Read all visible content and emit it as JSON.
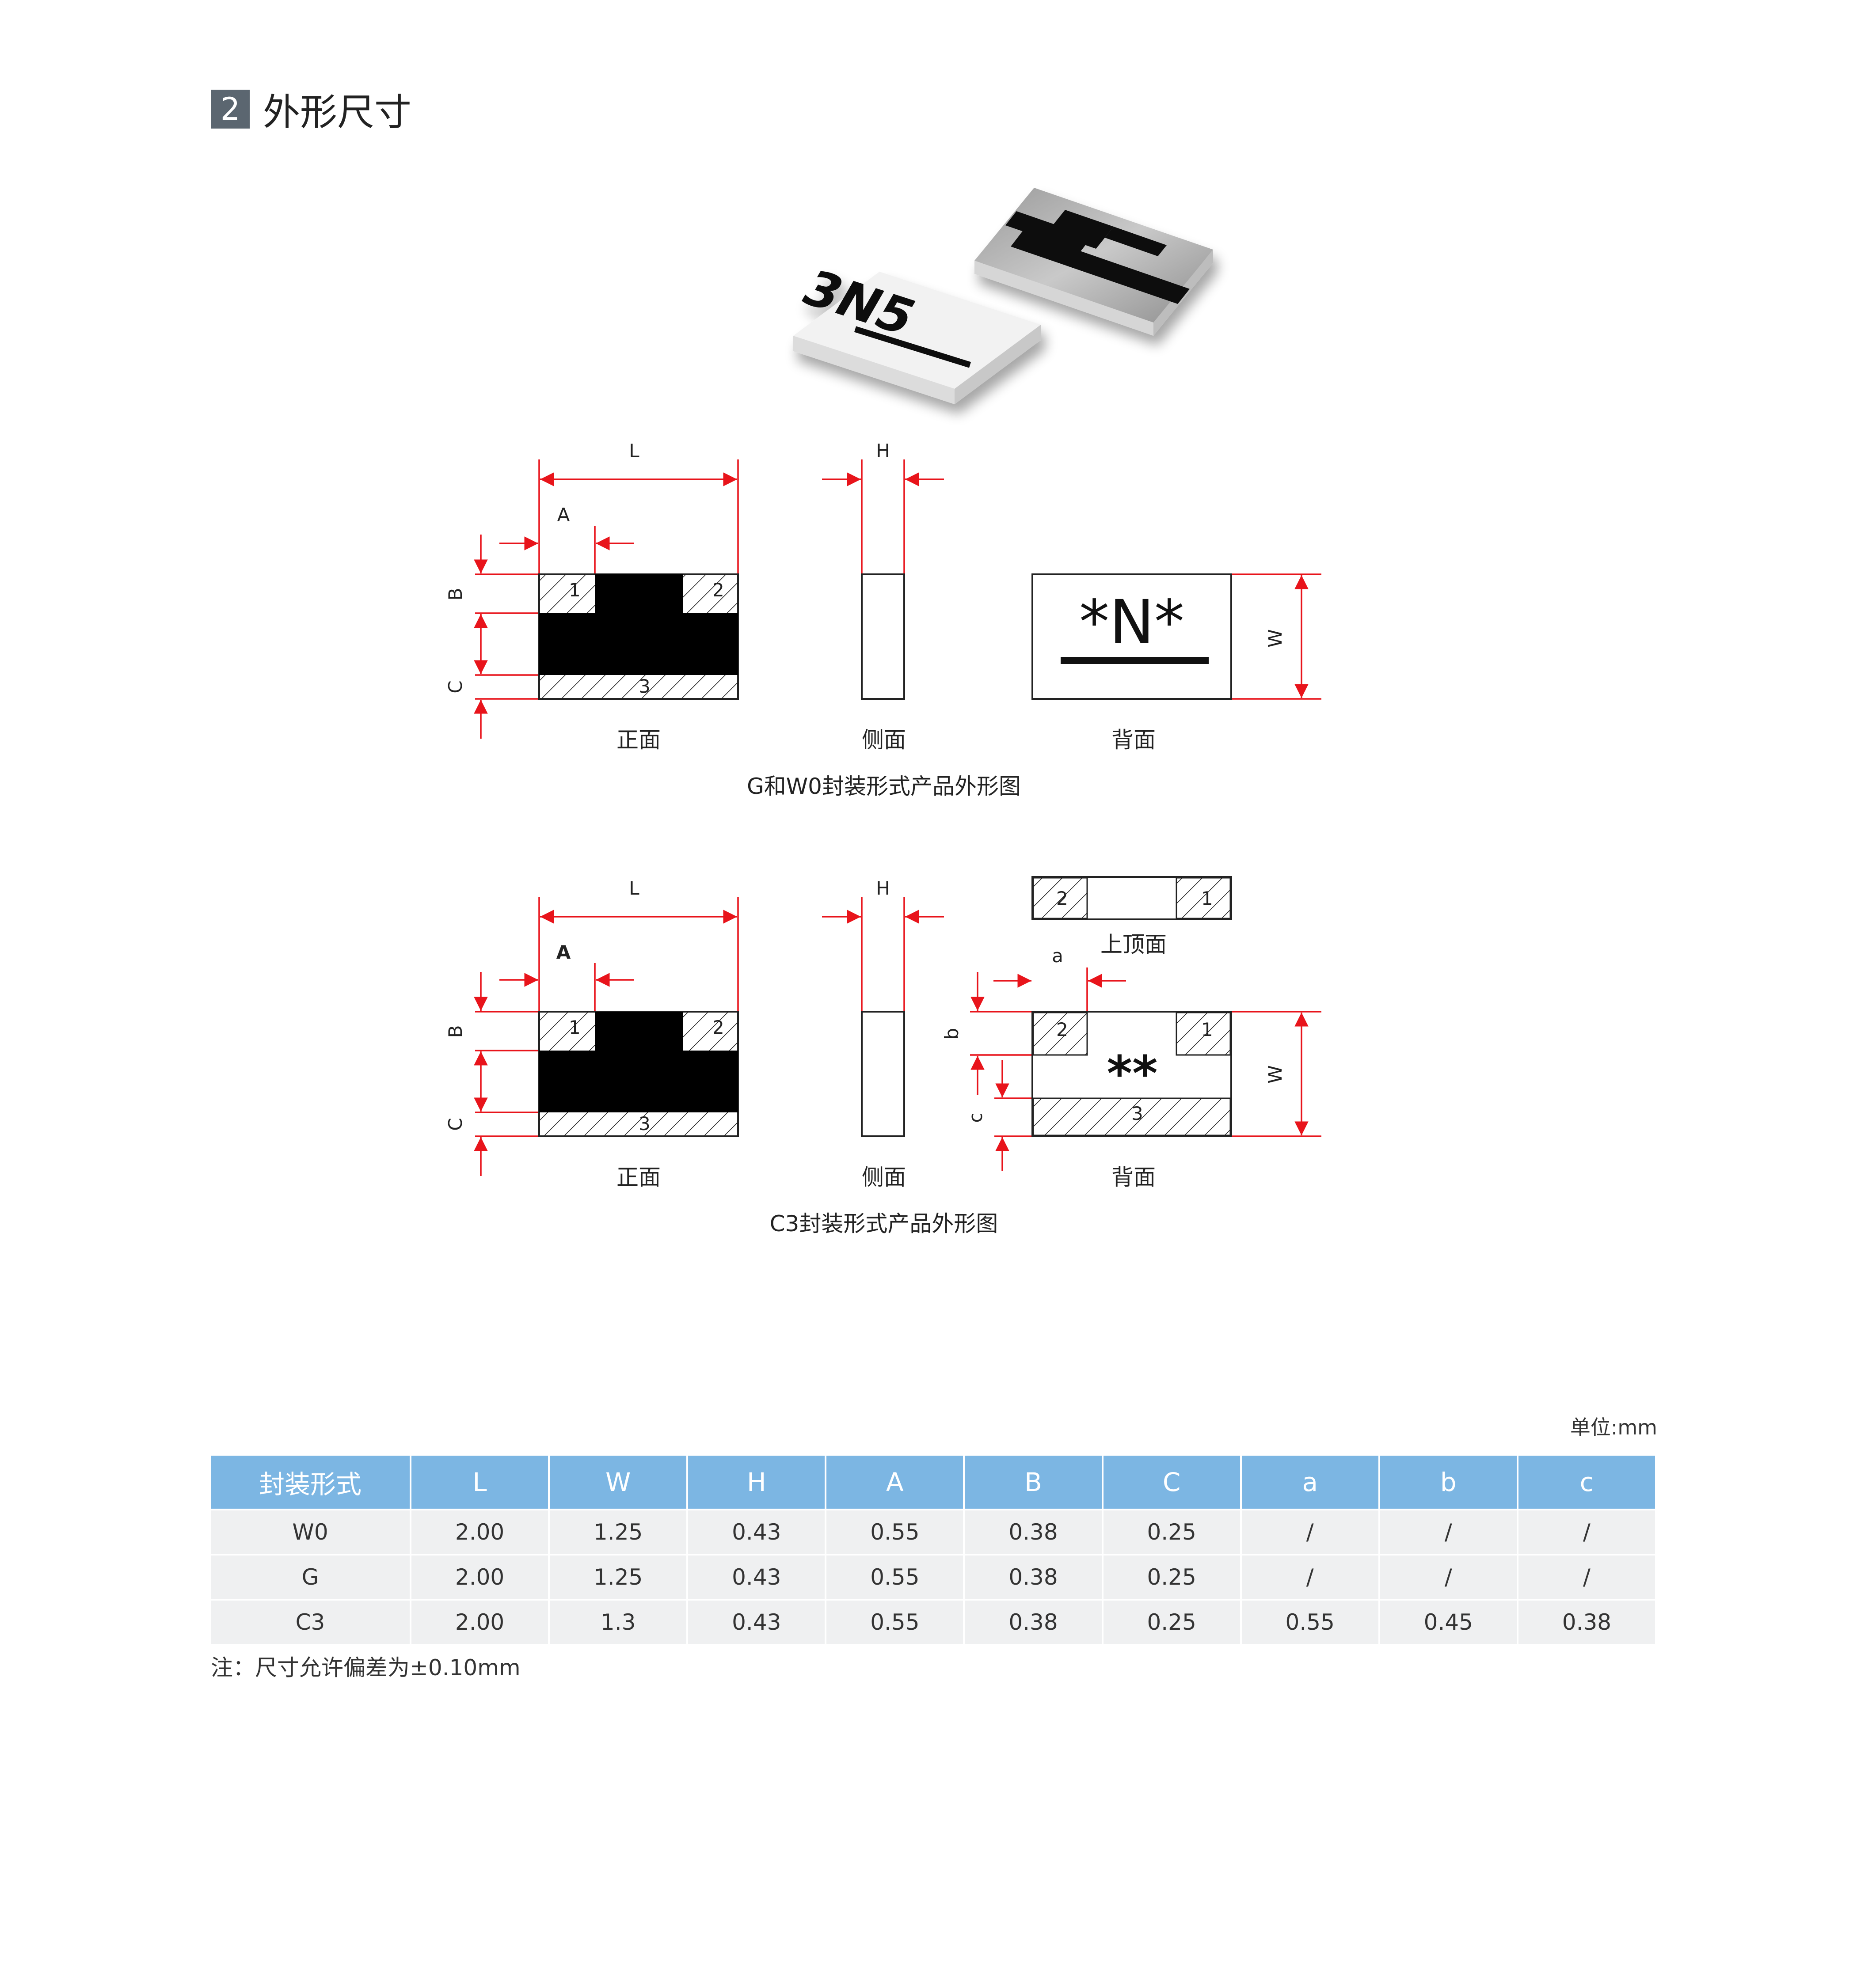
{
  "section": {
    "number": "2",
    "title": "外形尺寸"
  },
  "product_image": {
    "mark": "3N5"
  },
  "figure1": {
    "dims": {
      "L": "L",
      "H": "H",
      "A": "A",
      "B": "B",
      "C": "C",
      "W": "W"
    },
    "pads": {
      "p1": "1",
      "p2": "2",
      "p3": "3"
    },
    "back_mark": "*N*",
    "labels": {
      "front": "正面",
      "side": "侧面",
      "back": "背面"
    },
    "caption": "G和W0封装形式产品外形图"
  },
  "figure2": {
    "dims": {
      "L": "L",
      "H": "H",
      "A": "A",
      "B": "B",
      "C": "C",
      "W": "W",
      "a": "a",
      "b": "b",
      "c": "c"
    },
    "pads": {
      "p1": "1",
      "p2": "2",
      "p3": "3"
    },
    "back_mark": "**",
    "labels": {
      "front": "正面",
      "side": "侧面",
      "back": "背面",
      "top": "上顶面"
    },
    "caption": "C3封装形式产品外形图"
  },
  "table": {
    "unit": "单位:mm",
    "headers": [
      "封装形式",
      "L",
      "W",
      "H",
      "A",
      "B",
      "C",
      "a",
      "b",
      "c"
    ],
    "rows": [
      [
        "W0",
        "2.00",
        "1.25",
        "0.43",
        "0.55",
        "0.38",
        "0.25",
        "/",
        "/",
        "/"
      ],
      [
        "G",
        "2.00",
        "1.25",
        "0.43",
        "0.55",
        "0.38",
        "0.25",
        "/",
        "/",
        "/"
      ],
      [
        "C3",
        "2.00",
        "1.3",
        "0.43",
        "0.55",
        "0.38",
        "0.25",
        "0.55",
        "0.45",
        "0.38"
      ]
    ],
    "note": "注：尺寸允许偏差为±0.10mm"
  },
  "colors": {
    "dimension_line": "#e8141b",
    "header_bg": "#7cb6e3",
    "cell_bg": "#eff0f1",
    "section_badge": "#5b6670"
  }
}
